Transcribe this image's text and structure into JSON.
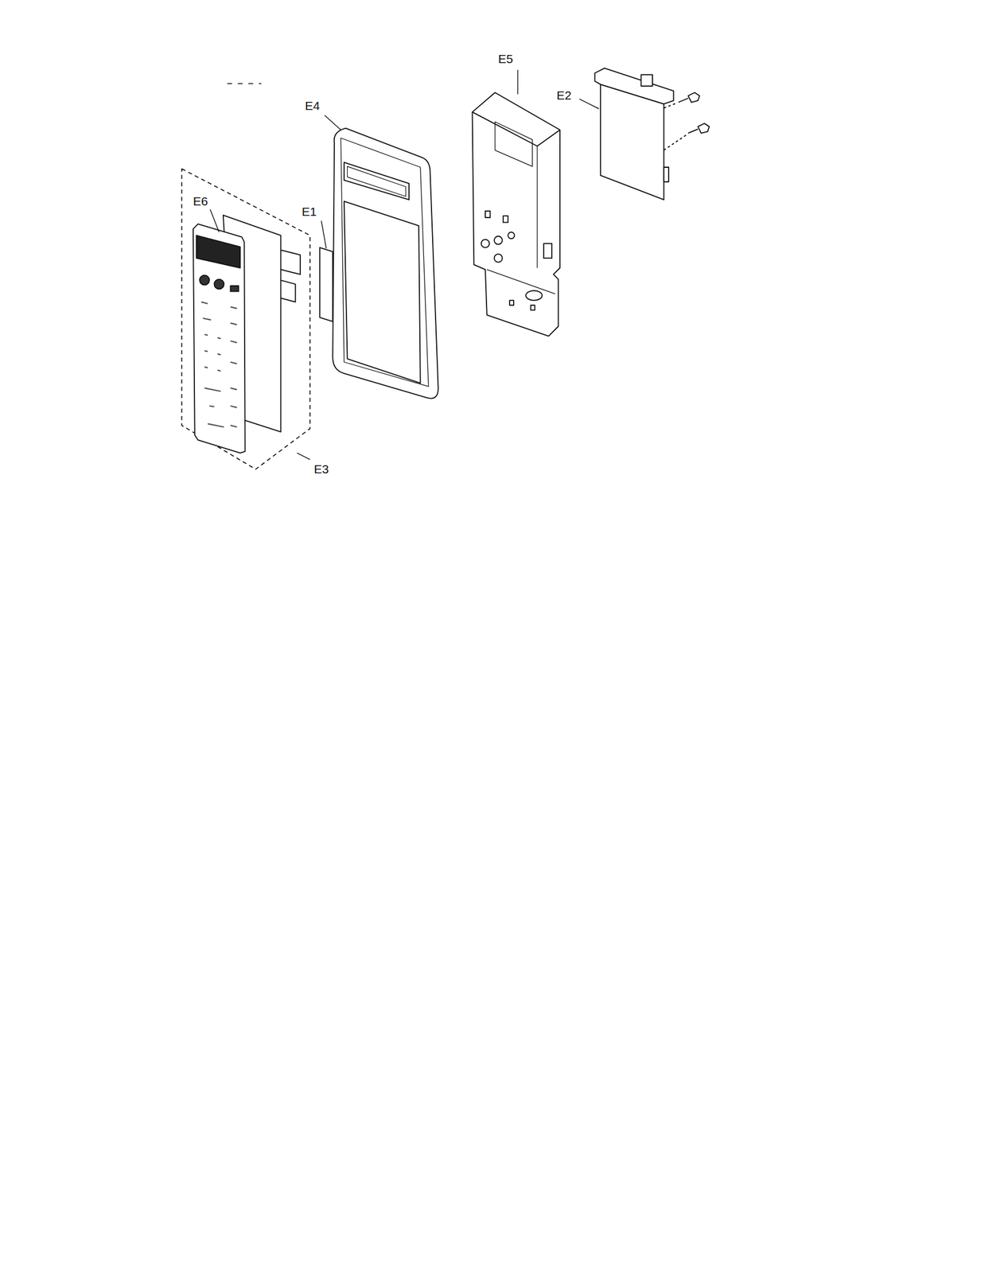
{
  "diagram": {
    "labels": [
      "E5",
      "E2",
      "E4",
      "E6",
      "E1",
      "E3"
    ]
  }
}
